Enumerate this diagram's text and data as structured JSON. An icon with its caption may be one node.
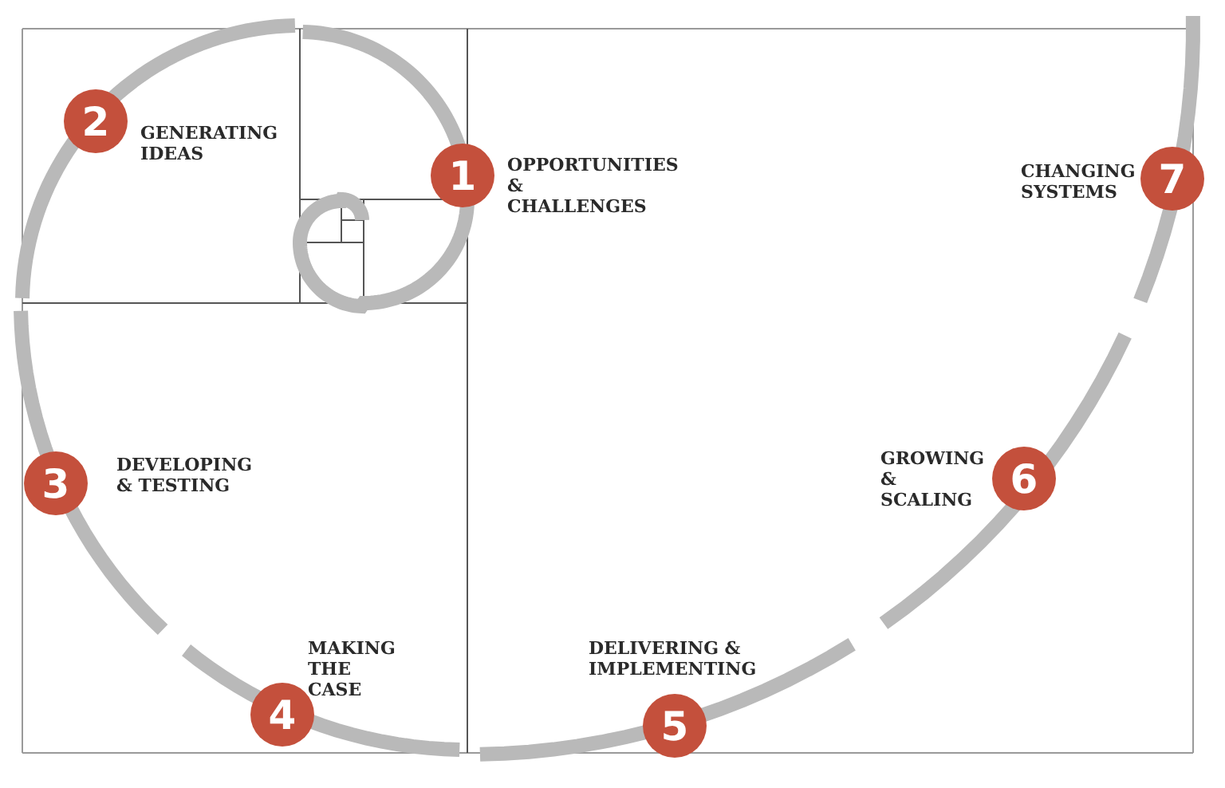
{
  "diagram": {
    "nodes": [
      {
        "text": [
          "1"
        ],
        "beside": [
          "OPPORTUNITIES & CHALLENGES"
        ]
      },
      {
        "text": [
          "2"
        ],
        "beside": [
          "GENERATING IDEAS"
        ]
      },
      {
        "text": [
          "3"
        ],
        "beside": [
          "DEVELOPING & TESTING"
        ]
      },
      {
        "text": [
          "4"
        ],
        "beside": [
          "MAKING THE CASE"
        ]
      },
      {
        "text": [
          "5"
        ],
        "beside": [
          "DELIVERING & IMPLEMENTING"
        ]
      },
      {
        "text": [
          "6"
        ],
        "beside": [
          "GROWING & SCALING"
        ]
      },
      {
        "text": [
          "7"
        ],
        "beside": [
          "CHANGING SYSTEMS"
        ]
      }
    ]
  }
}
